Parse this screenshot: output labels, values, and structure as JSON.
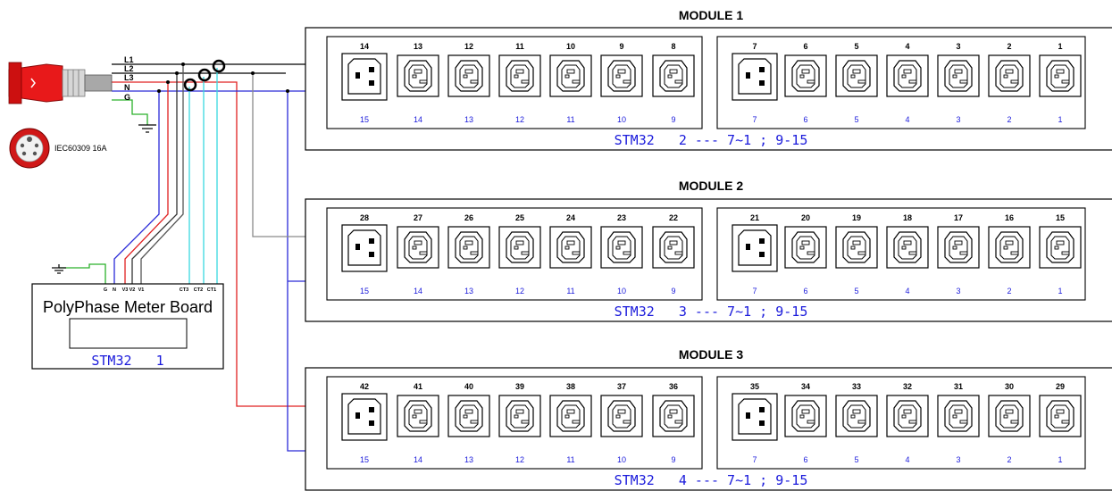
{
  "connector": {
    "wire_labels": [
      "L1",
      "L2",
      "L3",
      "N",
      "G"
    ],
    "plug_label": "IEC60309 16A"
  },
  "meter": {
    "title": "PolyPhase Meter Board",
    "subtitle": "STM32   1",
    "pins": [
      "G",
      "N",
      "V3",
      "V2",
      "V1",
      "CT3",
      "CT2",
      "CT1"
    ]
  },
  "modules": [
    {
      "title": "MODULE 1",
      "top_left": [
        "14",
        "13",
        "12",
        "11",
        "10",
        "9",
        "8"
      ],
      "top_right": [
        "7",
        "6",
        "5",
        "4",
        "3",
        "2",
        "1"
      ],
      "footer": "STM32   2 --- 7~1 ; 9-15"
    },
    {
      "title": "MODULE 2",
      "top_left": [
        "28",
        "27",
        "26",
        "25",
        "24",
        "23",
        "22"
      ],
      "top_right": [
        "21",
        "20",
        "19",
        "18",
        "17",
        "16",
        "15"
      ],
      "footer": "STM32   3 --- 7~1 ; 9-15"
    },
    {
      "title": "MODULE 3",
      "top_left": [
        "42",
        "41",
        "40",
        "39",
        "38",
        "37",
        "36"
      ],
      "top_right": [
        "35",
        "34",
        "33",
        "32",
        "31",
        "30",
        "29"
      ],
      "footer": "STM32   4 --- 7~1 ; 9-15"
    }
  ],
  "bottom_left": [
    "15",
    "14",
    "13",
    "12",
    "11",
    "10",
    "9"
  ],
  "bottom_right": [
    "7",
    "6",
    "5",
    "4",
    "3",
    "2",
    "1"
  ],
  "colors": {
    "line_red": "#e02020",
    "line_blue": "#2a2ad8",
    "line_cyan": "#38d8e0",
    "line_gray": "#8a8a8a",
    "line_green": "#2ab02a",
    "number_blue": "#1a1adb"
  }
}
